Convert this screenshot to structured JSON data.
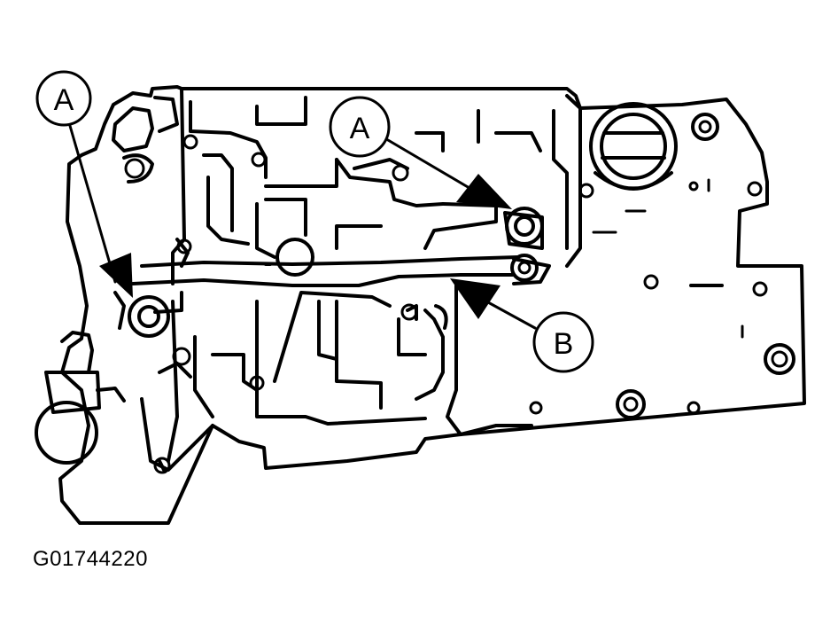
{
  "callouts": {
    "a_left": "A",
    "a_top": "A",
    "b": "B"
  },
  "figure_code": "G01744220"
}
